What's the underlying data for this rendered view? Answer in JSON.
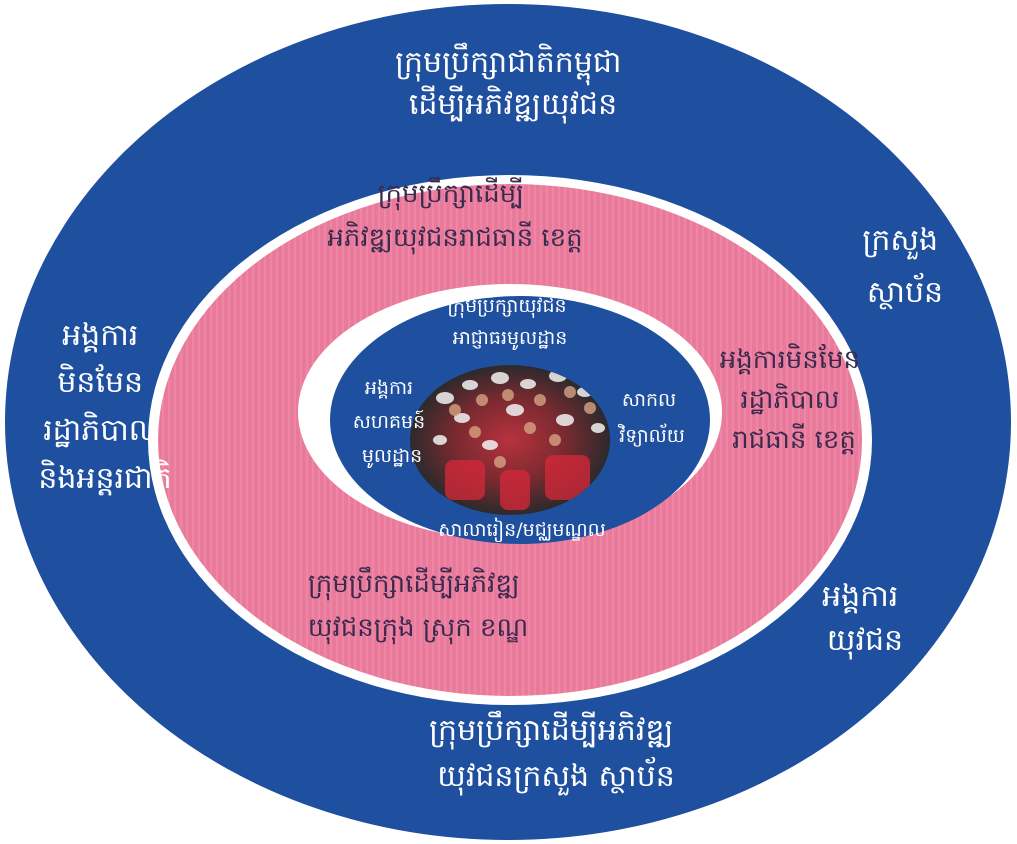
{
  "colors": {
    "outer_ring": "#1f4f9f",
    "pink_ring": "#ea7a9b",
    "inner_ellipse": "#1f4f9f",
    "gap": "#ffffff",
    "text_light": "#ffffff",
    "text_dark": "#3a2a4e"
  },
  "outer_ring": {
    "top": [
      "ក្រុមប្រឹក្សាជាតិកម្ពុជា",
      "ដើម្បីអភិវឌ្ឍយុវជន"
    ],
    "right_upper": [
      "ក្រសួង",
      "ស្ថាប័ន"
    ],
    "left": [
      "អង្គការ",
      "មិនមែន",
      "រដ្ឋាភិបាល",
      "និងអន្តរជាតិ"
    ],
    "right_lower": [
      "អង្គការ",
      "យុវជន"
    ],
    "bottom": [
      "ក្រុមប្រឹក្សាដើម្បីអភិវឌ្ឍ",
      "យុវជនក្រសួង ស្ថាប័ន"
    ]
  },
  "pink_ring": {
    "top": [
      "ក្រុមប្រឹក្សាដើម្បី",
      "អភិវឌ្ឍយុវជនរាជធានី ខេត្ត"
    ],
    "right": [
      "អង្គការមិនមែន",
      "រដ្ឋាភិបាល",
      "រាជធានី ខេត្ត"
    ],
    "bottom": [
      "ក្រុមប្រឹក្សាដើម្បីអភិវឌ្ឍ",
      "យុវជនក្រុង ស្រុក ខណ្ឌ"
    ]
  },
  "inner": {
    "top": [
      "ក្រុមប្រឹក្សាយុវជន",
      "អាជ្ញាធរមូលដ្ឋាន"
    ],
    "left": [
      "អង្គការ",
      "សហគមន៍",
      "មូលដ្ឋាន"
    ],
    "right": [
      "សាកល",
      "វិទ្យាល័យ"
    ],
    "bottom": [
      "សាលារៀន/មជ្ឈមណ្ឌល"
    ]
  }
}
